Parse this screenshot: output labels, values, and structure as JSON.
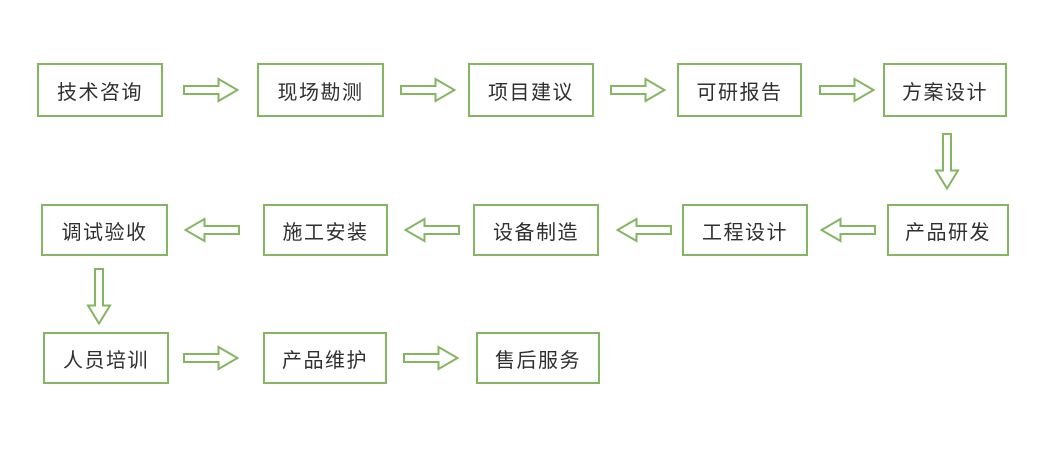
{
  "diagram": {
    "type": "flowchart",
    "title": "",
    "background_color": "#ffffff",
    "accent_color": "#84b661",
    "text_color": "#2f2f2f",
    "nodes": [
      {
        "id": "technical-consulting",
        "label": "技术咨询",
        "row": 1,
        "col": 1
      },
      {
        "id": "site-survey",
        "label": "现场勘测",
        "row": 1,
        "col": 2
      },
      {
        "id": "project-proposal",
        "label": "项目建议",
        "row": 1,
        "col": 3
      },
      {
        "id": "feasibility-report",
        "label": "可研报告",
        "row": 1,
        "col": 4
      },
      {
        "id": "scheme-design",
        "label": "方案设计",
        "row": 1,
        "col": 5
      },
      {
        "id": "product-rd",
        "label": "产品研发",
        "row": 2,
        "col": 5
      },
      {
        "id": "engineering-design",
        "label": "工程设计",
        "row": 2,
        "col": 4
      },
      {
        "id": "equipment-manufacturing",
        "label": "设备制造",
        "row": 2,
        "col": 3
      },
      {
        "id": "construction-installation",
        "label": "施工安装",
        "row": 2,
        "col": 2
      },
      {
        "id": "commissioning-acceptance",
        "label": "调试验收",
        "row": 2,
        "col": 1
      },
      {
        "id": "personnel-training",
        "label": "人员培训",
        "row": 3,
        "col": 1
      },
      {
        "id": "product-maintenance",
        "label": "产品维护",
        "row": 3,
        "col": 2
      },
      {
        "id": "after-sales-service",
        "label": "售后服务",
        "row": 3,
        "col": 3
      }
    ],
    "flow_sequence": [
      "技术咨询",
      "现场勘测",
      "项目建议",
      "可研报告",
      "方案设计",
      "产品研发",
      "工程设计",
      "设备制造",
      "施工安装",
      "调试验收",
      "人员培训",
      "产品维护",
      "售后服务"
    ],
    "connectors": [
      {
        "from": "技术咨询",
        "to": "现场勘测",
        "direction": "right"
      },
      {
        "from": "现场勘测",
        "to": "项目建议",
        "direction": "right"
      },
      {
        "from": "项目建议",
        "to": "可研报告",
        "direction": "right"
      },
      {
        "from": "可研报告",
        "to": "方案设计",
        "direction": "right"
      },
      {
        "from": "方案设计",
        "to": "产品研发",
        "direction": "down"
      },
      {
        "from": "产品研发",
        "to": "工程设计",
        "direction": "left"
      },
      {
        "from": "工程设计",
        "to": "设备制造",
        "direction": "left"
      },
      {
        "from": "设备制造",
        "to": "施工安装",
        "direction": "left"
      },
      {
        "from": "施工安装",
        "to": "调试验收",
        "direction": "left"
      },
      {
        "from": "调试验收",
        "to": "人员培训",
        "direction": "down"
      },
      {
        "from": "人员培训",
        "to": "产品维护",
        "direction": "right"
      },
      {
        "from": "产品维护",
        "to": "售后服务",
        "direction": "right"
      }
    ]
  }
}
